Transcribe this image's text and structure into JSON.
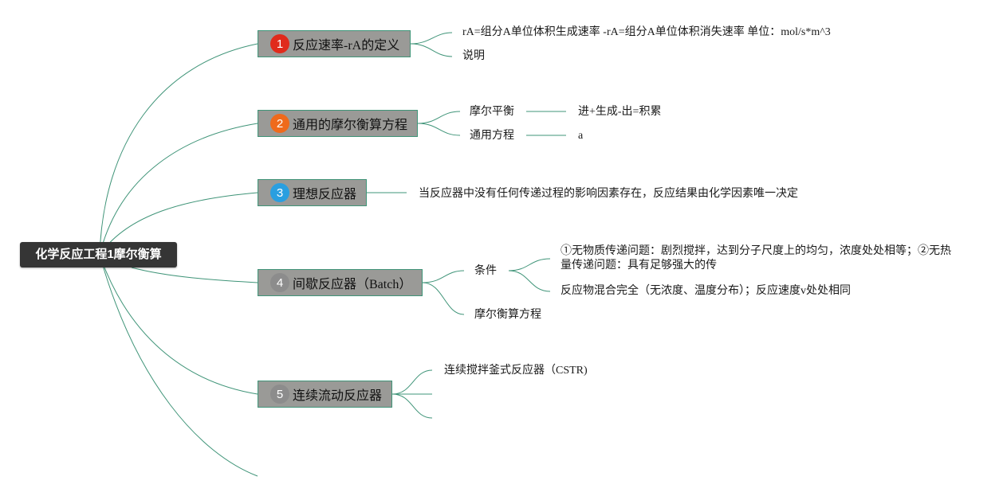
{
  "root": {
    "label": "化学反应工程1摩尔衡算"
  },
  "topics": [
    {
      "num": "1",
      "badge_color": "#e02b1c",
      "label": "反应速率-rA的定义",
      "children": [
        {
          "label": "rA=组分A单位体积生成速率 -rA=组分A单位体积消失速率 单位：mol/s*m^3"
        },
        {
          "label": "说明"
        }
      ]
    },
    {
      "num": "2",
      "badge_color": "#ef6a1c",
      "label": "通用的摩尔衡算方程",
      "children": [
        {
          "label": "摩尔平衡",
          "children": [
            {
              "label": "进+生成-出=积累"
            }
          ]
        },
        {
          "label": "通用方程",
          "children": [
            {
              "label": "a"
            }
          ]
        }
      ]
    },
    {
      "num": "3",
      "badge_color": "#2a9fe0",
      "label": "理想反应器",
      "children": [
        {
          "label": "当反应器中没有任何传递过程的影响因素存在，反应结果由化学因素唯一决定"
        }
      ]
    },
    {
      "num": "4",
      "badge_color": "#8c8c8c",
      "label": "间歇反应器（Batch）",
      "children": [
        {
          "label": "条件",
          "children": [
            {
              "label": "①无物质传递问题：剧烈搅拌，达到分子尺度上的均匀，浓度处处相等；②无热量传递问题：具有足够强大的传"
            },
            {
              "label": "反应物混合完全（无浓度、温度分布）；反应速度v处处相同"
            }
          ]
        },
        {
          "label": "摩尔衡算方程"
        }
      ]
    },
    {
      "num": "5",
      "badge_color": "#8c8c8c",
      "label": "连续流动反应器",
      "children": [
        {
          "label": "连续搅拌釜式反应器（CSTR)"
        }
      ]
    }
  ]
}
